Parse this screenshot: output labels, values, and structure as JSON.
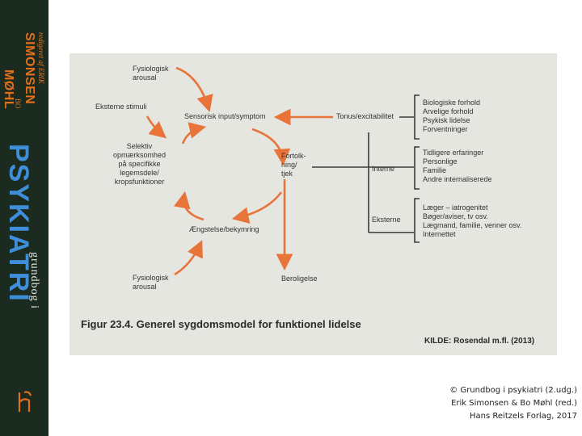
{
  "spine": {
    "editors_prefix": "redigeret af ERIK",
    "author_1": "SIMONSEN",
    "author_mid": "BO",
    "author_2": "MØHL",
    "title_main": "PSYKIATRI",
    "title_sub": "grundbog i",
    "publisher_logo": "hr-logo-icon"
  },
  "diagram": {
    "nodes": {
      "fys_top": [
        "Fysiologisk",
        "arousal"
      ],
      "eksterne_stimuli": "Eksterne stimuli",
      "sensorisk": "Sensorisk input/symptom",
      "selektiv": [
        "Selektiv",
        "opmærksomhed",
        "på specifikke",
        "legemsdele/",
        "kropsfunktioner"
      ],
      "tolkning": [
        "Fortolk-",
        "ning/",
        "tjek"
      ],
      "aengstelse": "Ængstelse/bekymring",
      "fys_bottom": [
        "Fysiologisk",
        "arousal"
      ],
      "beroligelse": "Beroligelse",
      "tonus": "Tonus/excitabilitet",
      "interne": "Interne",
      "eksterne": "Eksterne"
    },
    "groups": {
      "biologiske": [
        "Biologiske forhold",
        "Arvelige forhold",
        "Psykisk lidelse",
        "Forventninger"
      ],
      "tidligere": [
        "Tidligere erfaringer",
        "Personlige",
        "Familie",
        "Andre internaliserede"
      ],
      "laeger": [
        "Læger – iatrogenitet",
        "Bøger/aviser, tv osv.",
        "Lægmand, familie, venner osv.",
        "Internettet"
      ]
    },
    "caption": "Figur 23.4. Generel sygdomsmodel for funktionel lidelse",
    "source": "KILDE: Rosendal m.fl. (2013)",
    "arrow_color": "#e8743a",
    "line_color": "#3a3a3a"
  },
  "copyright": {
    "line1": "© Grundbog i psykiatri (2.udg.)",
    "line2": "Erik Simonsen & Bo Møhl (red.)",
    "line3": "Hans Reitzels Forlag, 2017"
  }
}
